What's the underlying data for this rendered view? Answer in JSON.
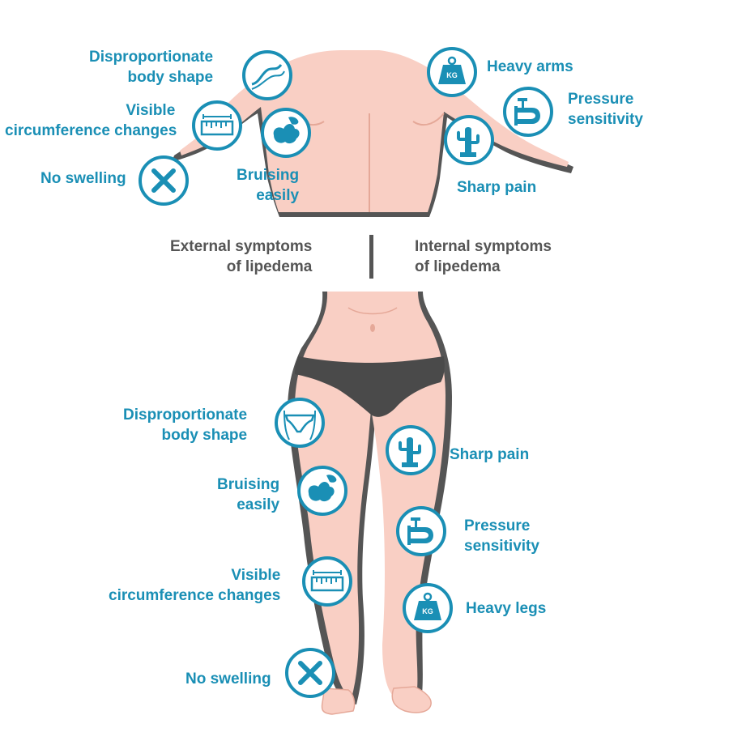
{
  "center": {
    "external": [
      "External symptoms",
      "of lipedema"
    ],
    "internal": [
      "Internal symptoms",
      "of lipedema"
    ]
  },
  "upper": {
    "external": {
      "disproportionate": [
        "Disproportionate",
        "body shape"
      ],
      "circumference": [
        "Visible",
        "circumference changes"
      ],
      "no_swelling": [
        "No swelling"
      ],
      "bruising": [
        "Bruising",
        "easily"
      ]
    },
    "internal": {
      "heavy": [
        "Heavy arms"
      ],
      "pressure": [
        "Pressure",
        "sensitivity"
      ],
      "pain": [
        "Sharp pain"
      ]
    }
  },
  "lower": {
    "external": {
      "disproportionate": [
        "Disproportionate",
        "body shape"
      ],
      "bruising": [
        "Bruising",
        "easily"
      ],
      "circumference": [
        "Visible",
        "circumference changes"
      ],
      "no_swelling": [
        "No swelling"
      ]
    },
    "internal": {
      "pain": [
        "Sharp pain"
      ],
      "pressure": [
        "Pressure",
        "sensitivity"
      ],
      "heavy": [
        "Heavy legs"
      ]
    }
  },
  "kg_label": "KG",
  "colors": {
    "accent": "#1a8fb5",
    "skin": "#f9cfc4",
    "skin_shadow": "#f0b3a5",
    "outline": "#555555",
    "underwear": "#4a4a4a",
    "divider": "#555555"
  },
  "icons": [
    "curve-icon",
    "tape-measure-icon",
    "cross-icon",
    "bruise-icon",
    "weight-icon",
    "clamp-icon",
    "cactus-icon",
    "underwear-icon"
  ]
}
